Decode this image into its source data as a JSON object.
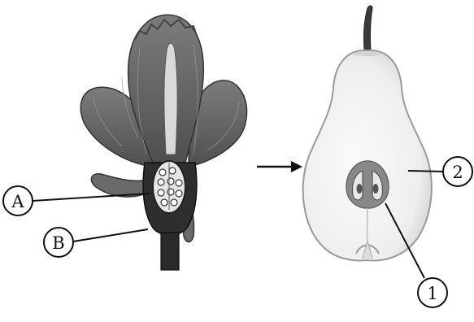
{
  "labels": {
    "a": "A",
    "b": "B",
    "one": "1",
    "two": "2"
  },
  "colors": {
    "ink": "#111111",
    "petal_dark": "#5b5b5b",
    "petal_mid": "#7a7a7a",
    "petal_light": "#a5a5a5",
    "ovary_fill": "#e9e9e9",
    "pear_flesh": "#f4f4f4",
    "pear_edge": "#c8c8c8",
    "core": "#8a8a8a",
    "stem": "#3a3a3a"
  }
}
